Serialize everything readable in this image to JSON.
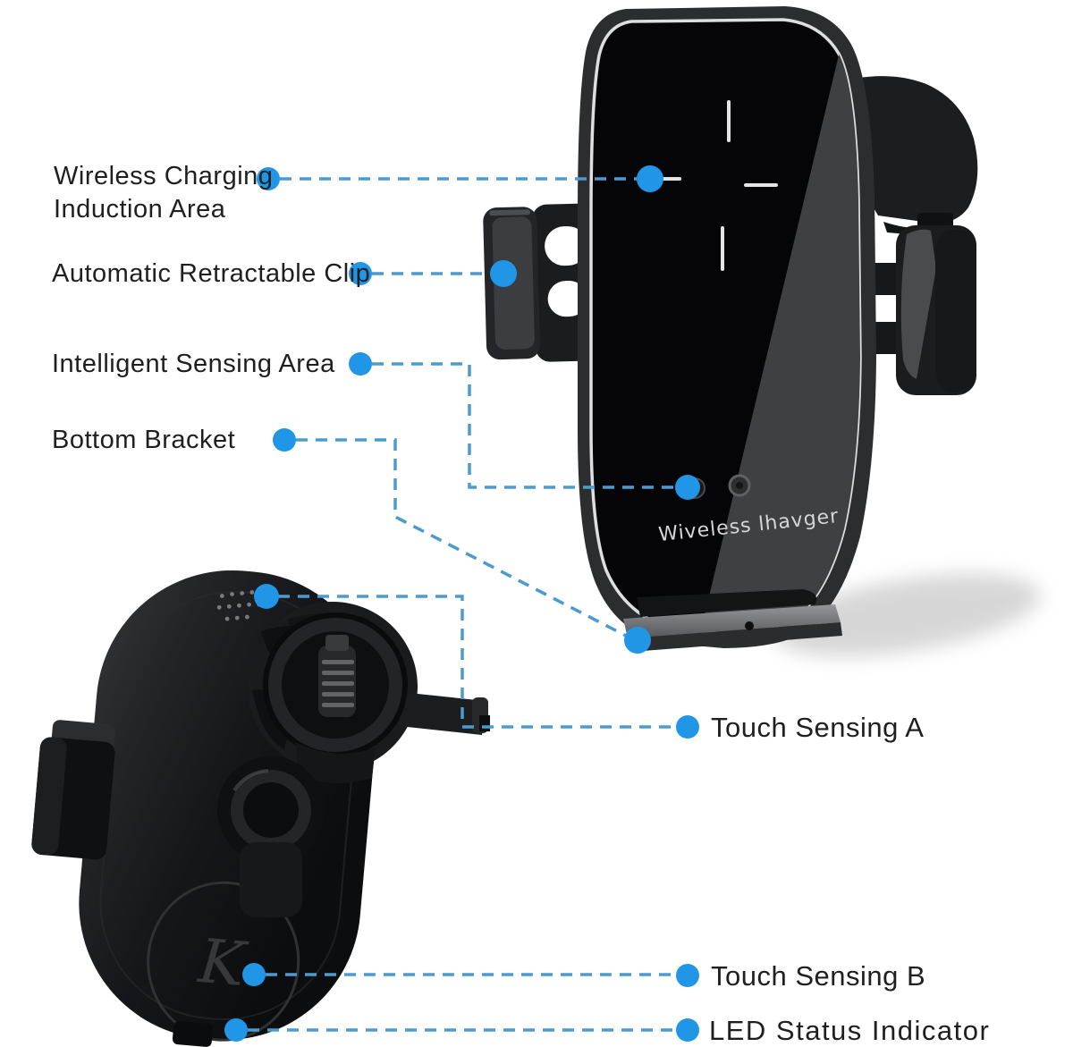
{
  "colors": {
    "dot": "#2196e6",
    "dash": "#4c9bd0",
    "label_text": "#1f1f1f",
    "background": "#ffffff"
  },
  "device_front": {
    "description": "wireless charging car mount, front glossy view",
    "brand_text": "Wiveless lhavger"
  },
  "device_back": {
    "description": "wireless charging car mount, back air-vent clamp view"
  },
  "callouts": {
    "wireless_charging": {
      "label": "Wireless Charging\n Induction Area"
    },
    "retractable_clip": {
      "label": "Automatic Retractable Clip"
    },
    "sensing_area": {
      "label": "Intelligent Sensing Area"
    },
    "bottom_bracket": {
      "label": "Bottom Bracket"
    },
    "touch_a": {
      "label": "Touch Sensing A"
    },
    "touch_b": {
      "label": "Touch Sensing B"
    },
    "led": {
      "label": "LED Status Indicator"
    }
  }
}
